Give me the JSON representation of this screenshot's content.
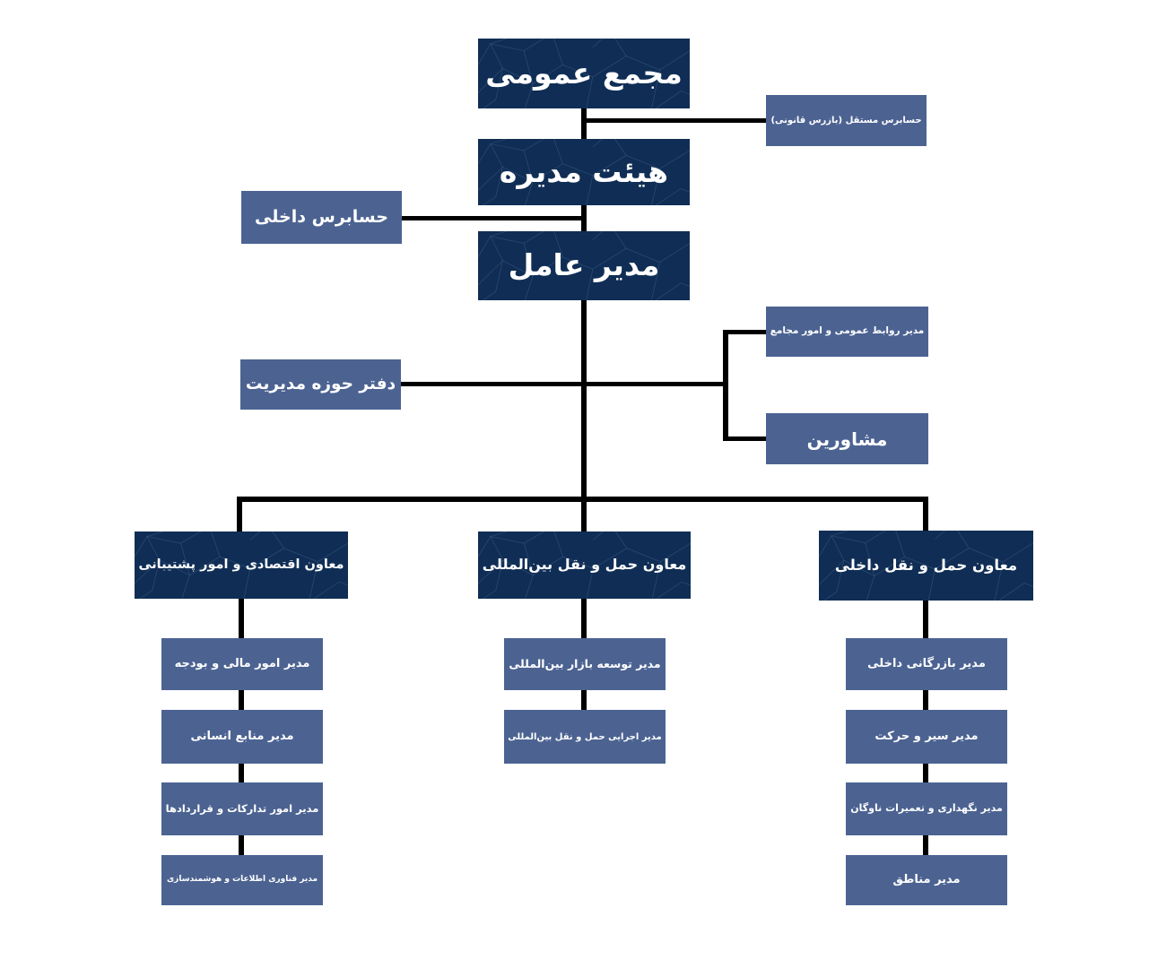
{
  "palette": {
    "dark_box": "#102e55",
    "slate_box": "#4c6392",
    "line": "#000000",
    "text": "#ffffff",
    "background": "#ffffff"
  },
  "nodes": {
    "general_assembly": {
      "label": "مجمع عمومی"
    },
    "independent_auditor": {
      "label": "حسابرس مستقل (بازرس قانونی)"
    },
    "board_of_directors": {
      "label": "هیئت مدیره"
    },
    "internal_auditor": {
      "label": "حسابرس داخلی"
    },
    "ceo": {
      "label": "مدیر عامل"
    },
    "pr_assemblies_manager": {
      "label": "مدیر روابط عمومی و امور مجامع"
    },
    "management_office": {
      "label": "دفتر حوزه مدیریت"
    },
    "advisors": {
      "label": "مشاورین"
    },
    "deputy_economic_support": {
      "label": "معاون اقتصادی و امور پشتیبانی"
    },
    "deputy_intl_transport": {
      "label": "معاون حمل و نقل بین‌المللی"
    },
    "deputy_domestic_transport": {
      "label": "معاون حمل و نقل داخلی"
    },
    "finance_budget_manager": {
      "label": "مدیر امور مالی و بودجه"
    },
    "hr_manager": {
      "label": "مدیر منابع انسانی"
    },
    "procurement_contracts_manager": {
      "label": "مدیر امور تدارکات و قراردادها"
    },
    "it_smartization_manager": {
      "label": "مدیر فناوری اطلاعات و هوشمندسازی"
    },
    "intl_market_dev_manager": {
      "label": "مدیر توسعه بازار بین‌المللی"
    },
    "intl_transport_exec_manager": {
      "label": "مدیر اجرایی حمل و نقل بین‌المللی"
    },
    "domestic_commerce_manager": {
      "label": "مدیر بازرگانی داخلی"
    },
    "traffic_movement_manager": {
      "label": "مدیر سیر و حرکت"
    },
    "fleet_maintenance_manager": {
      "label": "مدیر نگهداری و تعمیرات ناوگان"
    },
    "regions_manager": {
      "label": "مدیر مناطق"
    }
  }
}
